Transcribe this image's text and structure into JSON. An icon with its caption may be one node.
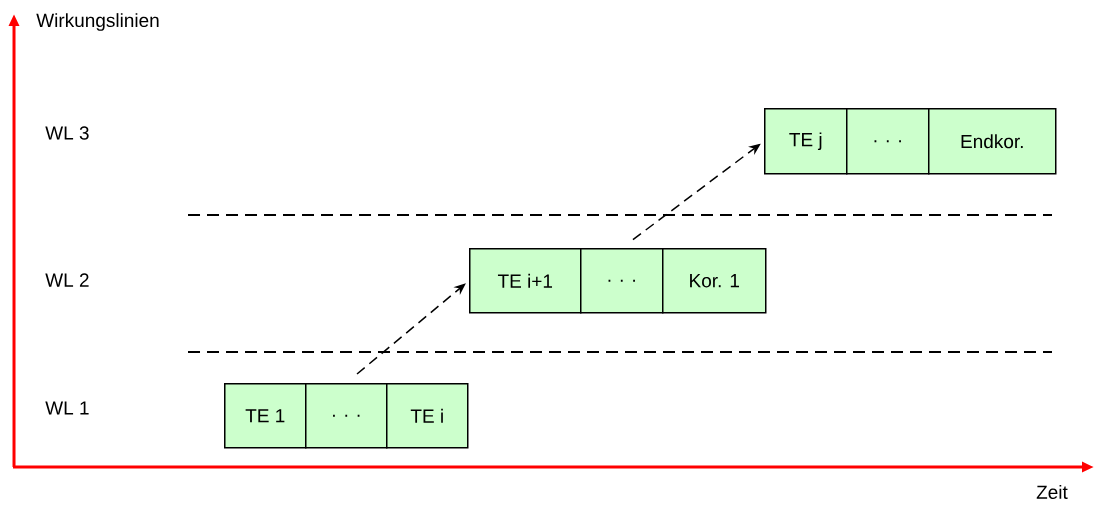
{
  "diagram": {
    "nodes": [
      {
        "text": [
          "TE 1"
        ]
      },
      {
        "text": [
          ". . ."
        ]
      },
      {
        "text": [
          "TE i"
        ]
      },
      {
        "text": [
          "TE i+1"
        ]
      },
      {
        "text": [
          ". . ."
        ]
      },
      {
        "text": [
          "Kor. 1"
        ]
      },
      {
        "text": [
          "TE j"
        ]
      },
      {
        "text": [
          ". . ."
        ]
      },
      {
        "text": [
          "Endkor."
        ]
      }
    ],
    "edges": [
      {
        "from": 1,
        "to": 3,
        "arrow": "to",
        "style": "dashed"
      },
      {
        "from": 4,
        "to": 6,
        "arrow": "to",
        "style": "dashed"
      }
    ],
    "labels": [
      "Wirkungslinien",
      "WL 3",
      "WL 2",
      "WL 1",
      "Zeit"
    ]
  }
}
